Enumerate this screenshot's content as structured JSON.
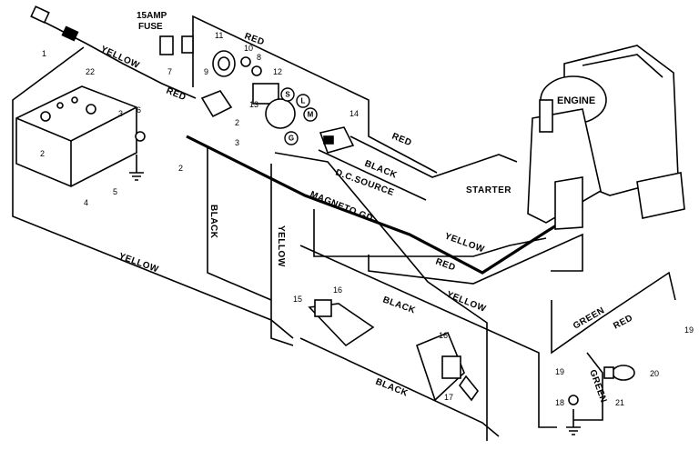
{
  "title_lines": [
    "15AMP",
    "FUSE"
  ],
  "engine_label": "ENGINE",
  "starter_label": "STARTER",
  "circuit_labels": {
    "dc_source": "D.C.SOURCE",
    "magneto_gd": "MAGNETO GD."
  },
  "wire_labels": {
    "yellow_top": "YELLOW",
    "red_top": "RED",
    "red_ignition": "RED",
    "red_engine": "RED",
    "black_dc": "BLACK",
    "yellow_mid": "YELLOW",
    "red_low": "RED",
    "black_vertical": "BLACK",
    "yellow_vertical": "YELLOW",
    "yellow_left": "YELLOW",
    "black_mid": "BLACK",
    "yellow_diag": "YELLOW",
    "black_bottom": "BLACK",
    "green_top": "GREEN",
    "red_right": "RED",
    "green_bottom": "GREEN"
  },
  "switch_terminals": [
    "S",
    "L",
    "M",
    "G"
  ],
  "callouts": {
    "c1": "1",
    "c2a": "2",
    "c2b": "2",
    "c2c": "2",
    "c3a": "3",
    "c3b": "3",
    "c4": "4",
    "c5": "5",
    "c6": "6",
    "c7": "7",
    "c8": "8",
    "c9": "9",
    "c10": "10",
    "c11": "11",
    "c12": "12",
    "c13": "13",
    "c14": "14",
    "c15": "15",
    "c16a": "16",
    "c16b": "16",
    "c17": "17",
    "c18": "18",
    "c19a": "19",
    "c19b": "19",
    "c20": "20",
    "c21": "21",
    "c22": "22"
  },
  "colors": {
    "ink": "#000000",
    "paper": "#ffffff"
  }
}
